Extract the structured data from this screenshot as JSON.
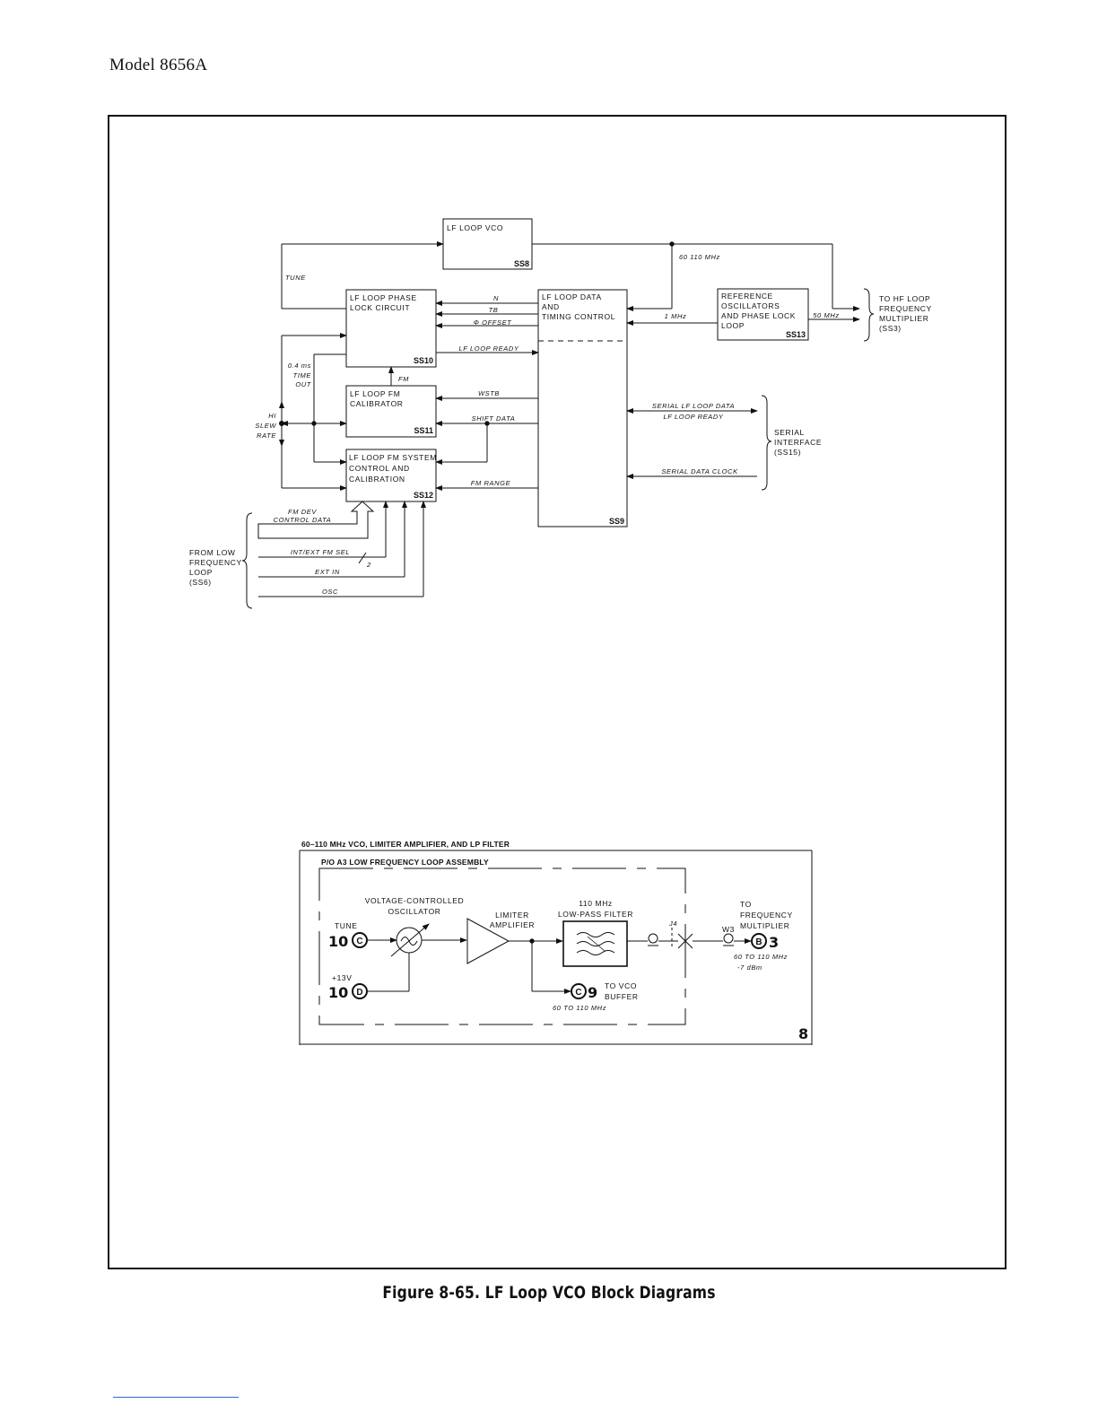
{
  "header": {
    "model": "Model 8656A"
  },
  "caption": "Figure 8-65.  LF Loop VCO Block Diagrams",
  "top_diagram": {
    "blocks": {
      "vco": {
        "label": "LF LOOP VCO",
        "code": "SS8"
      },
      "phase_lock": {
        "label1": "LF LOOP PHASE",
        "label2": "LOCK CIRCUIT",
        "code": "SS10"
      },
      "fm_calibrator": {
        "label1": "LF LOOP FM",
        "label2": "CALIBRATOR",
        "code": "SS11"
      },
      "fm_system": {
        "label1": "LF LOOP FM SYSTEM",
        "label2": "CONTROL AND",
        "label3": "CALIBRATION",
        "code": "SS12"
      },
      "data_timing": {
        "label1": "LF LOOP DATA",
        "label2": "AND",
        "label3": "TIMING CONTROL",
        "code": "SS9"
      },
      "reference": {
        "label1": "REFERENCE",
        "label2": "OSCILLATORS",
        "label3": "AND PHASE LOCK",
        "label4": "LOOP",
        "code": "SS13"
      }
    },
    "signals": {
      "tune": "TUNE",
      "freq_range": "60  110 MHz",
      "n": "N",
      "tb": "TB",
      "phi_offset": "Φ OFFSET",
      "lf_loop_ready": "LF LOOP READY",
      "mhz1": "1 MHz",
      "mhz50": "50 MHz",
      "timeout1": "0.4 ms",
      "timeout2": "TIME",
      "timeout3": "OUT",
      "fm": "FM",
      "wstb": "WSTB",
      "shift_data": "SHIFT DATA",
      "fm_range": "FM RANGE",
      "hi": "HI",
      "slew": "SLEW",
      "rate": "RATE",
      "serial_lf": "SERIAL LF LOOP DATA",
      "lf_ready2": "LF LOOP READY",
      "serial_clock": "SERIAL DATA CLOCK",
      "fm_dev1": "FM DEV",
      "fm_dev2": "CONTROL DATA",
      "int_ext": "INT/EXT FM SEL",
      "bus_width": "2",
      "ext_in": "EXT IN",
      "osc": "OSC"
    },
    "destinations": {
      "hf1": "TO HF LOOP",
      "hf2": "FREQUENCY",
      "hf3": "MULTIPLIER",
      "hf4": "(SS3)",
      "si1": "SERIAL",
      "si2": "INTERFACE",
      "si3": "(SS15)",
      "src1": "FROM LOW",
      "src2": "FREQUENCY",
      "src3": "LOOP",
      "src4": "(SS6)"
    }
  },
  "bottom_diagram": {
    "title": "60–110 MHz VCO, LIMITER AMPLIFIER, AND LP FILTER",
    "assembly": "P/O A3 LOW FREQUENCY LOOP ASSEMBLY",
    "vco1": "VOLTAGE-CONTROLLED",
    "vco2": "OSCILLATOR",
    "lim1": "LIMITER",
    "lim2": "AMPLIFIER",
    "flt1": "110 MHz",
    "flt2": "LOW-PASS FILTER",
    "tune": "TUNE",
    "v13": "+13V",
    "ref_tune_num": "10",
    "ref_tune_letter": "C",
    "ref_13v_num": "10",
    "ref_13v_letter": "D",
    "j4": "J4",
    "w3": "W3",
    "to1": "TO",
    "to2": "FREQUENCY",
    "to3": "MULTIPLIER",
    "out_letter": "B",
    "out_num": "3",
    "out_freq": "60 TO 110 MHz",
    "out_level": "-7 dBm",
    "buf_letter": "C",
    "buf_num": "9",
    "buf1": "TO VCO",
    "buf2": "BUFFER",
    "buf_freq": "60 TO 110 MHz",
    "service_no": "8"
  }
}
